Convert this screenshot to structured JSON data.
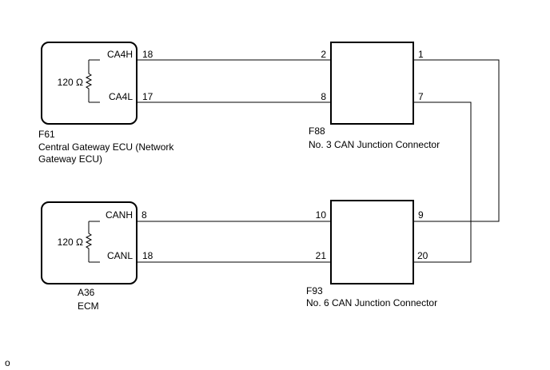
{
  "ecus": {
    "gateway": {
      "code": "F61",
      "name_line1": "Central Gateway ECU (Network",
      "name_line2": "Gateway ECU)",
      "resistor": "120 Ω",
      "high_signal": "CA4H",
      "low_signal": "CA4L",
      "high_pin": "18",
      "low_pin": "17"
    },
    "ecm": {
      "code": "A36",
      "name": "ECM",
      "resistor": "120 Ω",
      "high_signal": "CANH",
      "low_signal": "CANL",
      "high_pin": "8",
      "low_pin": "18"
    }
  },
  "connectors": {
    "f88": {
      "code": "F88",
      "name": "No. 3 CAN Junction Connector",
      "left_high_pin": "2",
      "left_low_pin": "8",
      "right_high_pin": "1",
      "right_low_pin": "7"
    },
    "f93": {
      "code": "F93",
      "name": "No. 6 CAN Junction Connector",
      "left_high_pin": "10",
      "left_low_pin": "21",
      "right_high_pin": "9",
      "right_low_pin": "20"
    }
  },
  "footer_mark": "o"
}
